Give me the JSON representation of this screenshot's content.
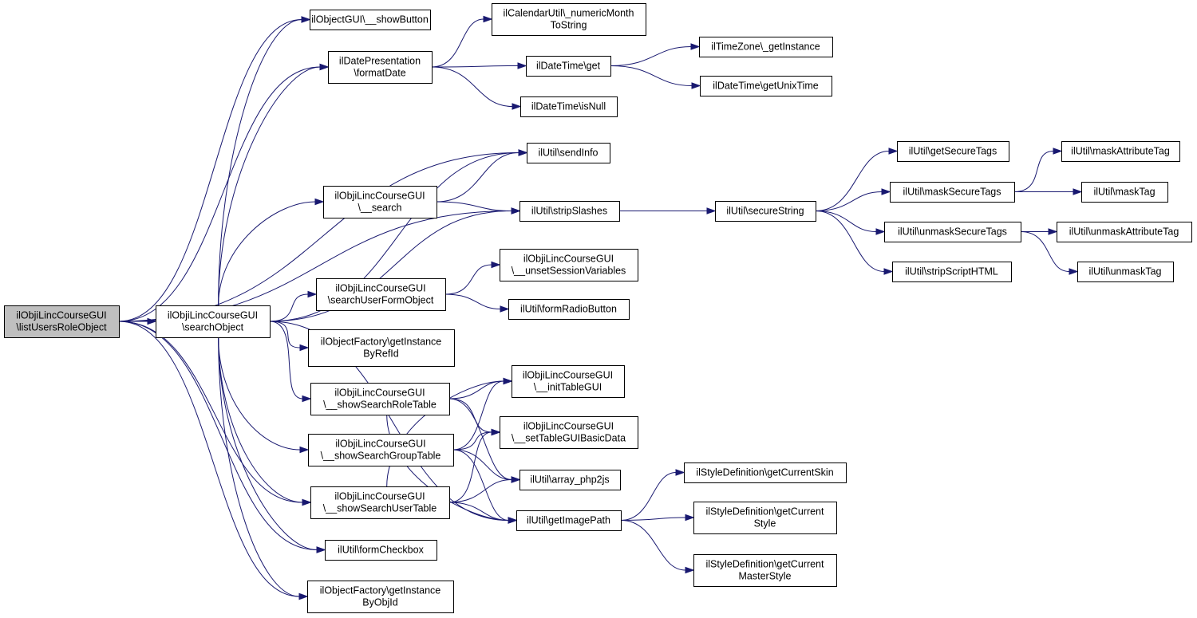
{
  "diagram": {
    "type": "call-graph",
    "colors": {
      "edge": "#191970",
      "node_border": "#000000",
      "node_fill": "#ffffff",
      "root_fill": "#bfbfbf",
      "text": "#000000"
    },
    "nodes": [
      {
        "id": "root",
        "lines": [
          "ilObjiLincCourseGUI",
          "\\listUsersRoleObject"
        ],
        "root": true
      },
      {
        "id": "searchObject",
        "lines": [
          "ilObjiLincCourseGUI",
          "\\searchObject"
        ]
      },
      {
        "id": "showButton",
        "lines": [
          "ilObjectGUI\\__showButton"
        ]
      },
      {
        "id": "formatDate",
        "lines": [
          "ilDatePresentation",
          "\\formatDate"
        ]
      },
      {
        "id": "numericMonth",
        "lines": [
          "ilCalendarUtil\\_numericMonth",
          "ToString"
        ]
      },
      {
        "id": "dtGet",
        "lines": [
          "ilDateTime\\get"
        ]
      },
      {
        "id": "tzGet",
        "lines": [
          "ilTimeZone\\_getInstance"
        ]
      },
      {
        "id": "unixTime",
        "lines": [
          "ilDateTime\\getUnixTime"
        ]
      },
      {
        "id": "isNull",
        "lines": [
          "ilDateTime\\isNull"
        ]
      },
      {
        "id": "sendInfo",
        "lines": [
          "ilUtil\\sendInfo"
        ]
      },
      {
        "id": "search",
        "lines": [
          "ilObjiLincCourseGUI",
          "\\__search"
        ]
      },
      {
        "id": "stripSlashes",
        "lines": [
          "ilUtil\\stripSlashes"
        ]
      },
      {
        "id": "secureString",
        "lines": [
          "ilUtil\\secureString"
        ]
      },
      {
        "id": "getSecureTags",
        "lines": [
          "ilUtil\\getSecureTags"
        ]
      },
      {
        "id": "maskSecureTags",
        "lines": [
          "ilUtil\\maskSecureTags"
        ]
      },
      {
        "id": "unmaskSecureTags",
        "lines": [
          "ilUtil\\unmaskSecureTags"
        ]
      },
      {
        "id": "stripScript",
        "lines": [
          "ilUtil\\stripScriptHTML"
        ]
      },
      {
        "id": "maskAttrTag",
        "lines": [
          "ilUtil\\maskAttributeTag"
        ]
      },
      {
        "id": "maskTag",
        "lines": [
          "ilUtil\\maskTag"
        ]
      },
      {
        "id": "unmaskAttrTag",
        "lines": [
          "ilUtil\\unmaskAttributeTag"
        ]
      },
      {
        "id": "unmaskTag",
        "lines": [
          "ilUtil\\unmaskTag"
        ]
      },
      {
        "id": "unsetSession",
        "lines": [
          "ilObjiLincCourseGUI",
          "\\__unsetSessionVariables"
        ]
      },
      {
        "id": "searchUserForm",
        "lines": [
          "ilObjiLincCourseGUI",
          "\\searchUserFormObject"
        ]
      },
      {
        "id": "formRadio",
        "lines": [
          "ilUtil\\formRadioButton"
        ]
      },
      {
        "id": "factoryRef",
        "lines": [
          "ilObjectFactory\\getInstance",
          "ByRefId"
        ]
      },
      {
        "id": "showRole",
        "lines": [
          "ilObjiLincCourseGUI",
          "\\__showSearchRoleTable"
        ]
      },
      {
        "id": "initTable",
        "lines": [
          "ilObjiLincCourseGUI",
          "\\__initTableGUI"
        ]
      },
      {
        "id": "showGroup",
        "lines": [
          "ilObjiLincCourseGUI",
          "\\__showSearchGroupTable"
        ]
      },
      {
        "id": "setTable",
        "lines": [
          "ilObjiLincCourseGUI",
          "\\__setTableGUIBasicData"
        ]
      },
      {
        "id": "arrayPhp",
        "lines": [
          "ilUtil\\array_php2js"
        ]
      },
      {
        "id": "showUser",
        "lines": [
          "ilObjiLincCourseGUI",
          "\\__showSearchUserTable"
        ]
      },
      {
        "id": "imagePath",
        "lines": [
          "ilUtil\\getImagePath"
        ]
      },
      {
        "id": "formCheckbox",
        "lines": [
          "ilUtil\\formCheckbox"
        ]
      },
      {
        "id": "factoryObj",
        "lines": [
          "ilObjectFactory\\getInstance",
          "ByObjId"
        ]
      },
      {
        "id": "skin",
        "lines": [
          "ilStyleDefinition\\getCurrentSkin"
        ]
      },
      {
        "id": "style",
        "lines": [
          "ilStyleDefinition\\getCurrent",
          "Style"
        ]
      },
      {
        "id": "masterStyle",
        "lines": [
          "ilStyleDefinition\\getCurrent",
          "MasterStyle"
        ]
      }
    ],
    "edges": [
      [
        "root",
        "searchObject"
      ],
      [
        "root",
        "showButton"
      ],
      [
        "root",
        "formatDate"
      ],
      [
        "root",
        "sendInfo"
      ],
      [
        "root",
        "stripSlashes"
      ],
      [
        "root",
        "showUser"
      ],
      [
        "root",
        "formCheckbox"
      ],
      [
        "root",
        "factoryObj"
      ],
      [
        "searchObject",
        "showButton"
      ],
      [
        "searchObject",
        "formatDate"
      ],
      [
        "searchObject",
        "sendInfo"
      ],
      [
        "searchObject",
        "search"
      ],
      [
        "searchObject",
        "stripSlashes"
      ],
      [
        "searchObject",
        "searchUserForm"
      ],
      [
        "searchObject",
        "factoryRef"
      ],
      [
        "searchObject",
        "showRole"
      ],
      [
        "searchObject",
        "showGroup"
      ],
      [
        "searchObject",
        "showUser"
      ],
      [
        "searchObject",
        "formCheckbox"
      ],
      [
        "searchObject",
        "factoryObj"
      ],
      [
        "searchObject",
        "imagePath"
      ],
      [
        "formatDate",
        "numericMonth"
      ],
      [
        "formatDate",
        "dtGet"
      ],
      [
        "formatDate",
        "isNull"
      ],
      [
        "dtGet",
        "tzGet"
      ],
      [
        "dtGet",
        "unixTime"
      ],
      [
        "search",
        "sendInfo"
      ],
      [
        "search",
        "stripSlashes"
      ],
      [
        "stripSlashes",
        "secureString"
      ],
      [
        "secureString",
        "getSecureTags"
      ],
      [
        "secureString",
        "maskSecureTags"
      ],
      [
        "secureString",
        "unmaskSecureTags"
      ],
      [
        "secureString",
        "stripScript"
      ],
      [
        "maskSecureTags",
        "maskAttrTag"
      ],
      [
        "maskSecureTags",
        "maskTag"
      ],
      [
        "unmaskSecureTags",
        "unmaskAttrTag"
      ],
      [
        "unmaskSecureTags",
        "unmaskTag"
      ],
      [
        "searchUserForm",
        "unsetSession"
      ],
      [
        "searchUserForm",
        "formRadio"
      ],
      [
        "showRole",
        "initTable"
      ],
      [
        "showRole",
        "setTable"
      ],
      [
        "showRole",
        "arrayPhp"
      ],
      [
        "showRole",
        "imagePath"
      ],
      [
        "showGroup",
        "initTable"
      ],
      [
        "showGroup",
        "setTable"
      ],
      [
        "showGroup",
        "arrayPhp"
      ],
      [
        "showGroup",
        "imagePath"
      ],
      [
        "showUser",
        "initTable"
      ],
      [
        "showUser",
        "setTable"
      ],
      [
        "showUser",
        "arrayPhp"
      ],
      [
        "showUser",
        "imagePath"
      ],
      [
        "imagePath",
        "skin"
      ],
      [
        "imagePath",
        "style"
      ],
      [
        "imagePath",
        "masterStyle"
      ]
    ]
  }
}
